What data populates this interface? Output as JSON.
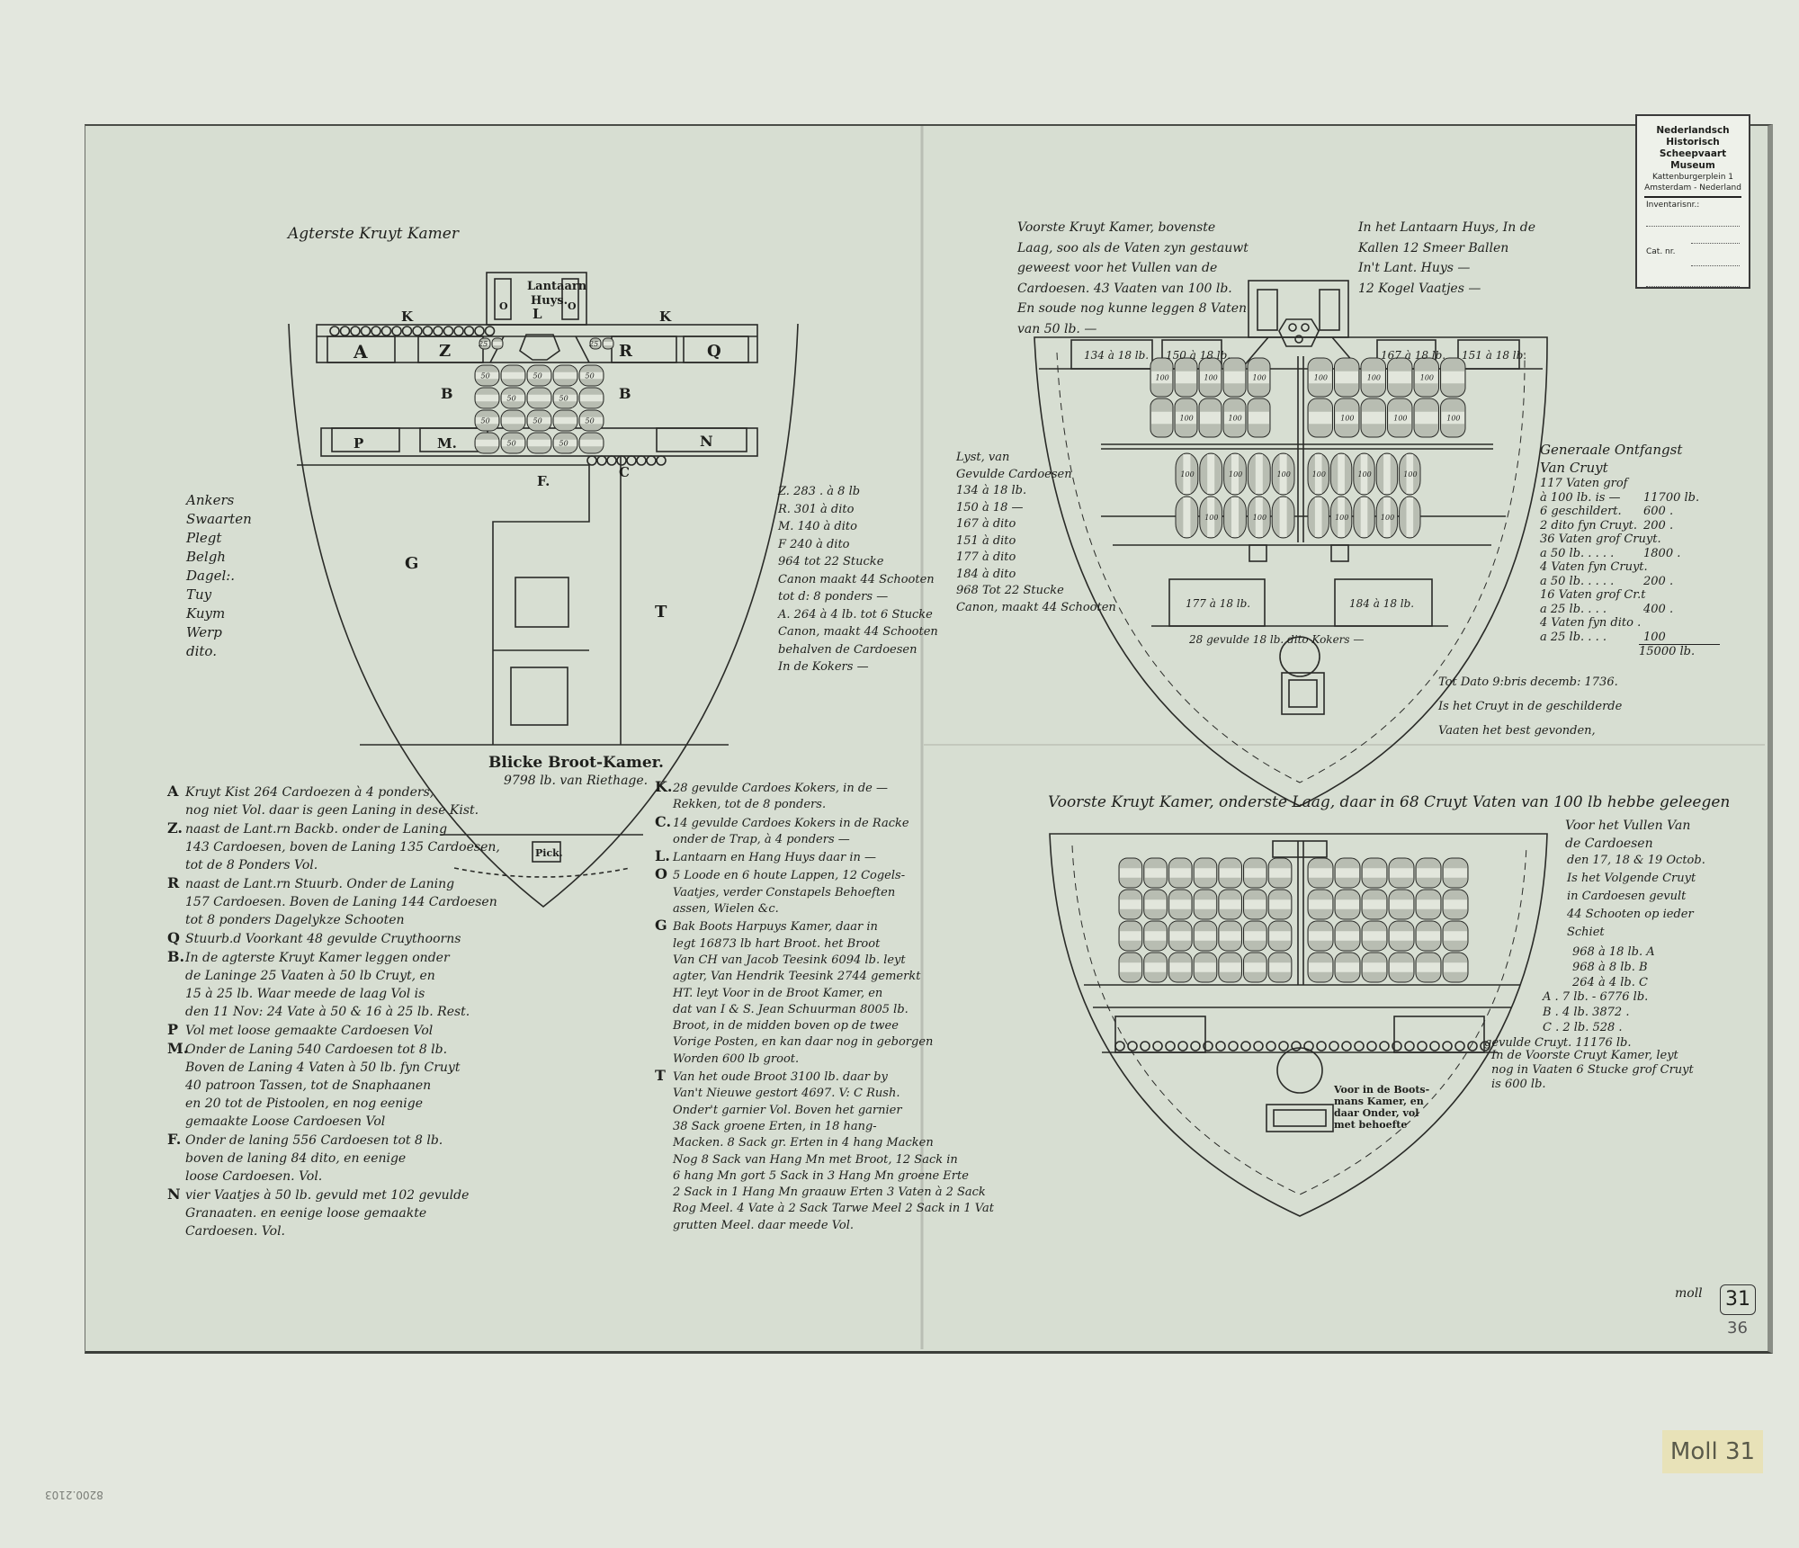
{
  "stamp": {
    "line1": "Nederlandsch Historisch",
    "line2": "Scheepvaart Museum",
    "line3": "Kattenburgerplein 1",
    "line4": "Amsterdam  -  Nederland",
    "inventaris_label": "Inventarisnr.:",
    "cat_label": "Cat. nr."
  },
  "sticker": "Moll 31",
  "corner_marks": {
    "moll": "moll",
    "number": "31",
    "number2": "36"
  },
  "reference_upside_down": "8200.2103",
  "aft_room": {
    "title": "Agterste Kruyt Kamer",
    "lantern_house": [
      "Lantaarn",
      "Huys."
    ],
    "bread_room": "Blicke Broot-Kamer.",
    "bread_note": "9798 lb. van Riethage.",
    "pick": "Pick.",
    "letters": {
      "K1": "K",
      "K2": "K",
      "L": "L",
      "O1": "O",
      "O2": "O",
      "A": "A",
      "Z": "Z",
      "R": "R",
      "Q": "Q",
      "B1": "B",
      "B2": "B",
      "P": "P",
      "M": "M.",
      "N": "N",
      "F": "F.",
      "C": "C",
      "G": "G",
      "T": "T"
    },
    "side_list": [
      "Ankers",
      "Swaarten",
      "Plegt",
      "Belgh",
      "Dagel:.",
      "Tuy",
      "Kuym",
      "Werp",
      "dito."
    ],
    "calc": [
      "Z. 283 . à 8 lb",
      "R. 301 à dito",
      "M. 140 à dito",
      "F 240 à dito",
      "964 tot 22 Stucke",
      "Canon maakt 44 Schooten",
      "tot d: 8 ponders —",
      "A. 264 à 4 lb. tot 6 Stucke",
      "Canon, maakt 44 Schooten",
      "behalven de Cardoesen",
      "In de Kokers —"
    ]
  },
  "legend_left": [
    {
      "key": "A",
      "lines": [
        "Kruyt Kist 264 Cardoezen à 4 ponders,",
        "nog niet Vol. daar is geen Laning in dese Kist."
      ]
    },
    {
      "key": "Z.",
      "lines": [
        "naast de Lant.rn Backb. onder de Laning",
        "143 Cardoesen, boven de Laning 135 Cardoesen,",
        "tot de 8 Ponders Vol."
      ]
    },
    {
      "key": "R",
      "lines": [
        "naast de Lant.rn Stuurb. Onder de Laning",
        "157 Cardoesen. Boven de Laning 144 Cardoesen",
        "tot 8 ponders Dagelykze Schooten"
      ]
    },
    {
      "key": "Q",
      "lines": [
        "Stuurb.d Voorkant 48 gevulde Cruythoorns"
      ]
    },
    {
      "key": "B.",
      "lines": [
        "In de agterste Kruyt Kamer leggen onder",
        "de Laninge 25 Vaaten à 50 lb Cruyt, en",
        "15 à 25 lb. Waar meede de laag Vol is",
        "den 11 Nov: 24 Vate à 50 & 16 à 25 lb. Rest."
      ]
    },
    {
      "key": "P",
      "lines": [
        "Vol met loose gemaakte Cardoesen Vol"
      ]
    },
    {
      "key": "M.",
      "lines": [
        "Onder de Laning 540 Cardoesen tot 8 lb.",
        "Boven de Laning 4 Vaten à 50 lb. fyn Cruyt",
        "40 patroon Tassen, tot de Snaphaanen",
        "en 20 tot de Pistoolen, en nog eenige",
        "gemaakte Loose Cardoesen Vol"
      ]
    },
    {
      "key": "F.",
      "lines": [
        "Onder de laning 556 Cardoesen tot 8 lb.",
        "boven de laning 84 dito, en eenige",
        "loose Cardoesen. Vol."
      ]
    },
    {
      "key": "N",
      "lines": [
        "vier Vaatjes à 50 lb. gevuld met 102 gevulde",
        "Granaaten. en eenige loose gemaakte",
        "Cardoesen. Vol."
      ]
    }
  ],
  "legend_middle": [
    {
      "key": "K.",
      "lines": [
        "28 gevulde Cardoes Kokers, in de —",
        "Rekken, tot de 8 ponders."
      ]
    },
    {
      "key": "C.",
      "lines": [
        "14 gevulde Cardoes Kokers in de Racke",
        "onder de Trap, à 4 ponders —"
      ]
    },
    {
      "key": "L.",
      "lines": [
        "Lantaarn en Hang Huys daar in —"
      ]
    },
    {
      "key": "O",
      "lines": [
        "5 Loode en 6 houte Lappen, 12 Cogels-",
        "Vaatjes, verder Constapels Behoeften",
        "assen, Wielen &c."
      ]
    },
    {
      "key": "G",
      "lines": [
        "Bak Boots Harpuys Kamer, daar in",
        "legt 16873 lb hart Broot. het Broot",
        "Van CH van Jacob Teesink 6094 lb. leyt",
        "agter, Van Hendrik Teesink 2744 gemerkt",
        "HT. leyt Voor in de Broot Kamer, en",
        "dat van I & S. Jean Schuurman 8005 lb.",
        "Broot, in de midden boven op de twee",
        "Vorige Posten, en kan daar nog in geborgen",
        "Worden 600 lb groot."
      ]
    },
    {
      "key": "T",
      "lines": [
        "Van het oude Broot 3100 lb. daar by",
        "Van't Nieuwe gestort 4697. V: C Rush.",
        "Onder't garnier Vol. Boven het garnier",
        "38 Sack groene Erten, in 18 hang-",
        "Macken. 8 Sack gr. Erten in 4 hang Macken",
        "Nog 8 Sack van Hang Mn met Broot, 12 Sack in",
        "6 hang Mn gort 5 Sack in 3 Hang Mn groene Erte",
        "2 Sack in 1 Hang Mn graauw Erten 3 Vaten à 2 Sack",
        "Rog Meel. 4 Vate à 2 Sack Tarwe Meel 2 Sack in 1 Vat",
        "grutten Meel. daar meede Vol."
      ]
    }
  ],
  "fore_upper": {
    "title_note": [
      "Voorste Kruyt Kamer, bovenste",
      "Laag, soo als de Vaten zyn gestauwt",
      "geweest voor het Vullen van de",
      "Cardoesen. 43 Vaaten van 100 lb.",
      "En soude nog kunne leggen 8 Vaten",
      "van 50 lb. —"
    ],
    "lantern_note": [
      "In het Lantaarn Huys, In de",
      "Kallen 12 Smeer Ballen",
      "In't Lant. Huys —",
      "12 Kogel Vaatjes —"
    ],
    "boxes": [
      "134 à 18 lb.",
      "150 à 18 lb.",
      "167 à 18 lb.",
      "151 à 18 lb.",
      "177 à 18 lb.",
      "184 à 18 lb."
    ],
    "kokers_note": "28 gevulde 18 lb. dito Kokers —",
    "lyst": [
      "Lyst, van",
      "Gevulde Cardoesen",
      "134 à 18 lb.",
      "150 à 18 —",
      "167 à dito",
      "151 à dito",
      "177 à dito",
      "184 à dito",
      "968 Tot 22 Stucke",
      "Canon, maakt 44 Schooten"
    ]
  },
  "barrel_labels": {
    "large": "100",
    "small": "50",
    "quarter": "25"
  },
  "generale": {
    "title": [
      "Generaale Ontfangst",
      "Van Cruyt"
    ],
    "rows": [
      {
        "label": "117 Vaten grof",
        "value": ""
      },
      {
        "label": "à 100 lb. is —",
        "value": "11700 lb."
      },
      {
        "label": "6 geschildert.",
        "value": "600 ."
      },
      {
        "label": "2 dito fyn Cruyt.",
        "value": "200 ."
      },
      {
        "label": "36 Vaten grof Cruyt.",
        "value": ""
      },
      {
        "label": "a 50 lb. . . . .",
        "value": "1800 ."
      },
      {
        "label": "4 Vaten fyn Cruyt.",
        "value": ""
      },
      {
        "label": "a 50 lb. . . . .",
        "value": "200 ."
      },
      {
        "label": "16 Vaten grof Cr.t",
        "value": ""
      },
      {
        "label": "a 25 lb. . . .",
        "value": "400 ."
      },
      {
        "label": "4 Vaten fyn dito .",
        "value": ""
      },
      {
        "label": "a 25 lb. . . .",
        "value": "100"
      }
    ],
    "total": "15000 lb."
  },
  "dato_note": [
    "Tot Dato 9:bris decemb: 1736.",
    "Is het Cruyt in de geschilderde",
    "Vaaten het best gevonden,"
  ],
  "fore_lower": {
    "title": "Voorste Kruyt Kamer, onderste Laag, daar in 68 Cruyt Vaten van 100 lb hebbe geleegen",
    "vullen": [
      "Voor het Vullen Van",
      "de Cardoesen"
    ],
    "octob": [
      "den 17, 18 & 19 Octob.",
      "Is het Volgende Cruyt",
      "in Cardoesen gevult",
      "44 Schooten op ieder",
      "Schiet"
    ],
    "counts": [
      "968 à 18 lb. A",
      "968 à 8 lb. B",
      "264 à 4 lb. C"
    ],
    "weights": [
      "A . 7 lb. - 6776 lb.",
      "B . 4 lb.  3872 .",
      "C . 2 lb.  528 ."
    ],
    "gevulde": "gevulde Cruyt. 11176 lb.",
    "bootsman": [
      "Voor in de Boots-",
      "mans Kamer, en",
      "daar Onder, vol",
      "met behoefte"
    ],
    "remaining": [
      "In de Voorste Cruyt Kamer, leyt",
      "nog in Vaaten 6 Stucke grof Cruyt",
      "is 600 lb."
    ]
  }
}
